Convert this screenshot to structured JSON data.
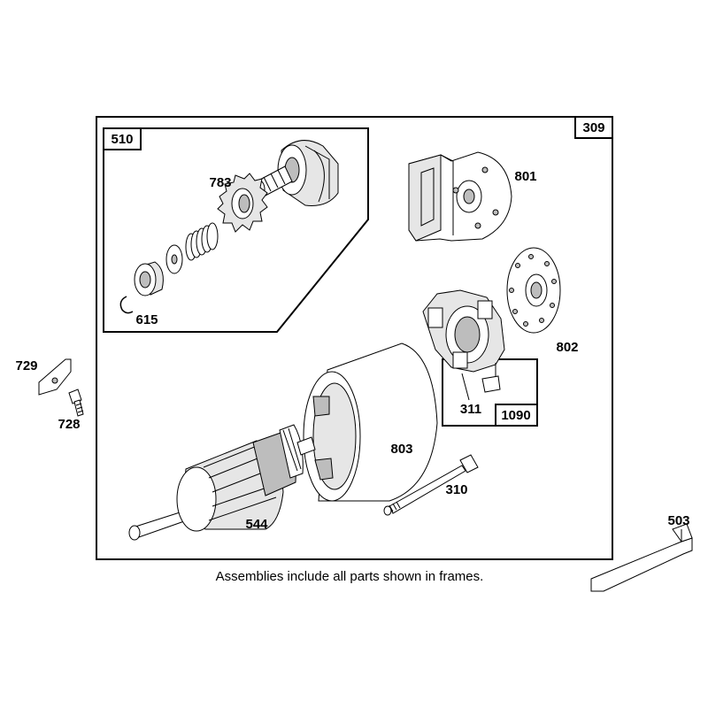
{
  "caption": "Assemblies include all parts shown in frames.",
  "frames": {
    "main": "309",
    "pinion": "510",
    "brush": "1090"
  },
  "parts": {
    "p783": "783",
    "p615": "615",
    "p801": "801",
    "p802": "802",
    "p311": "311",
    "p803": "803",
    "p310": "310",
    "p544": "544",
    "p729": "729",
    "p728": "728",
    "p503": "503"
  }
}
